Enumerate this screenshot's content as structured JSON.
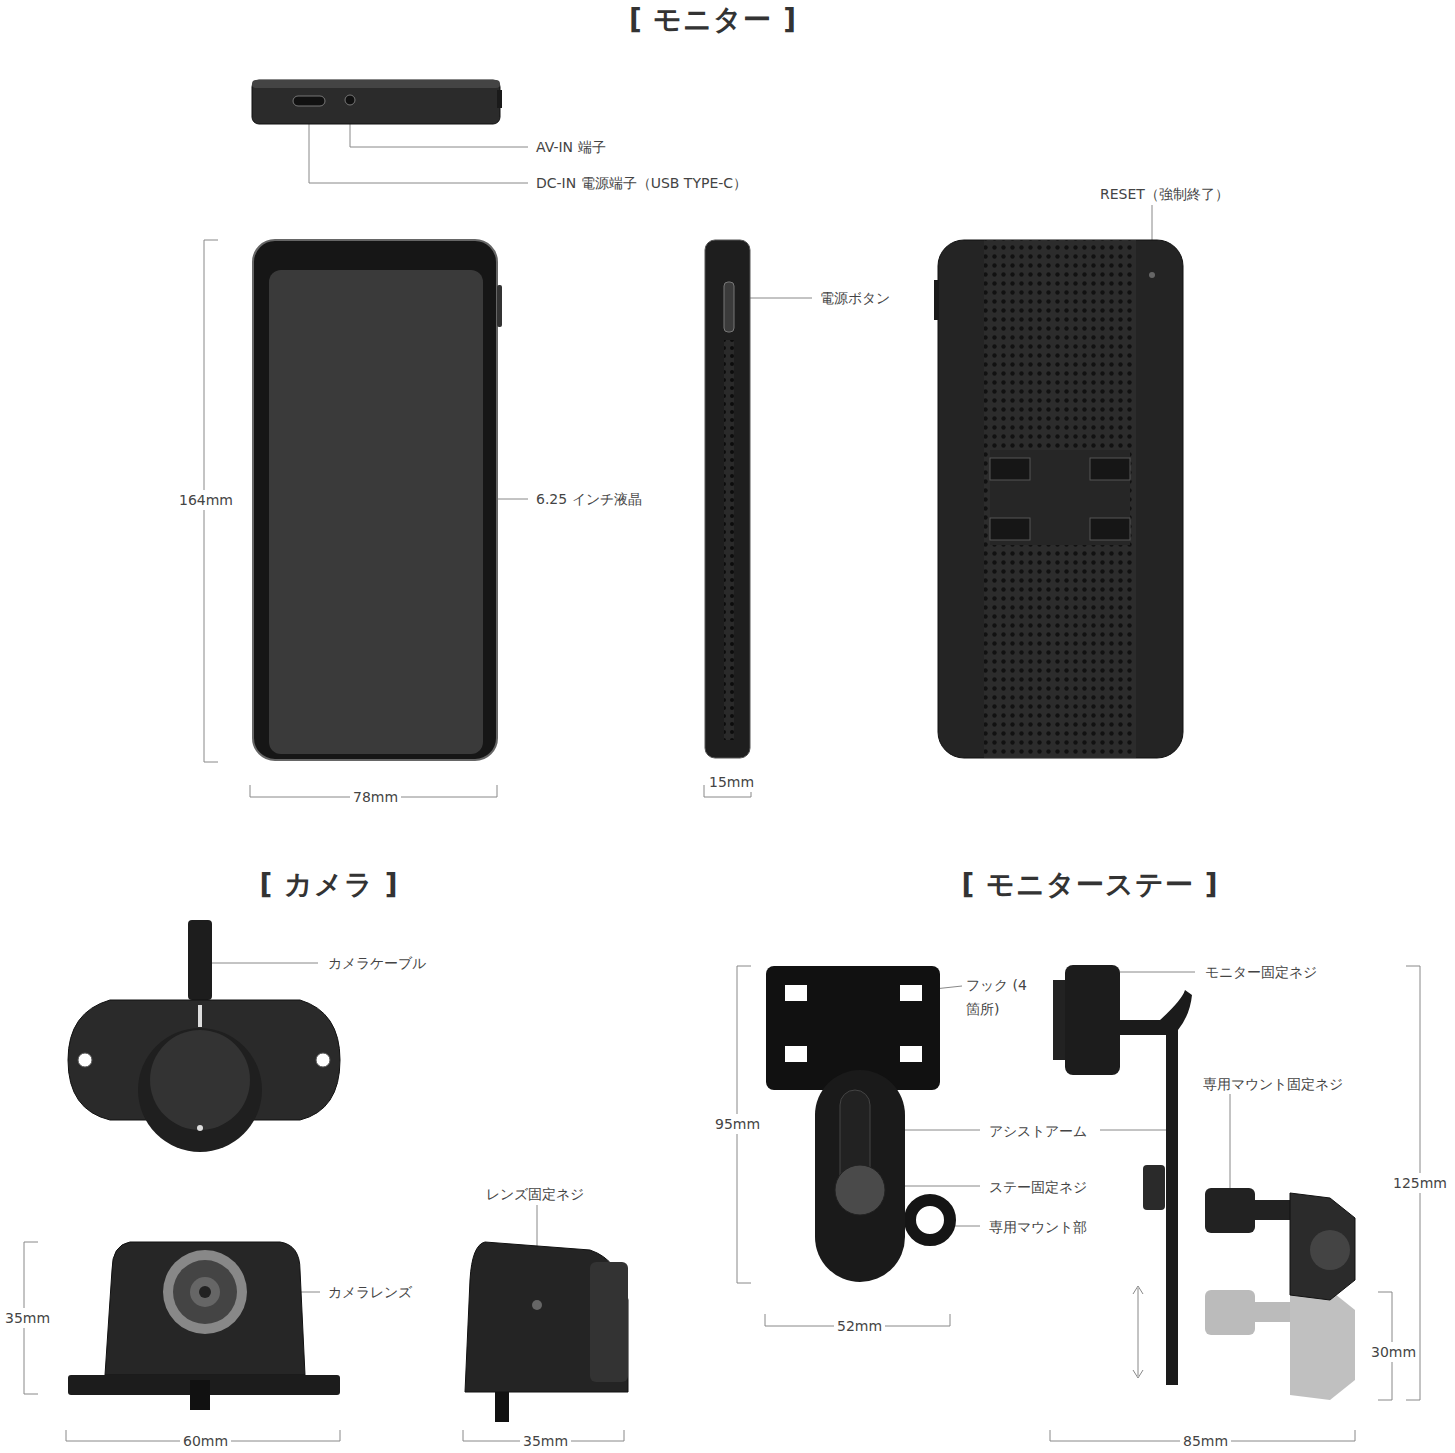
{
  "diagram": {
    "labels": [
      "[ モニター ]",
      "AV-IN 端子",
      "DC-IN 電源端子（USB TYPE-C）",
      "RESET（強制終了）",
      "電源ボタン",
      "164mm",
      "6.25 インチ液晶",
      "78mm",
      "15mm",
      "[ カメラ ]",
      "[ モニターステー ]",
      "カメラケーブル",
      "フック (4 箇所)",
      "モニター固定ネジ",
      "専用マウント固定ネジ",
      "95mm",
      "アシストアーム",
      "ステー固定ネジ",
      "専用マウント部",
      "125mm",
      "レンズ固定ネジ",
      "35mm",
      "カメラレンズ",
      "30mm",
      "60mm",
      "52mm",
      "35mm",
      "85mm"
    ]
  }
}
